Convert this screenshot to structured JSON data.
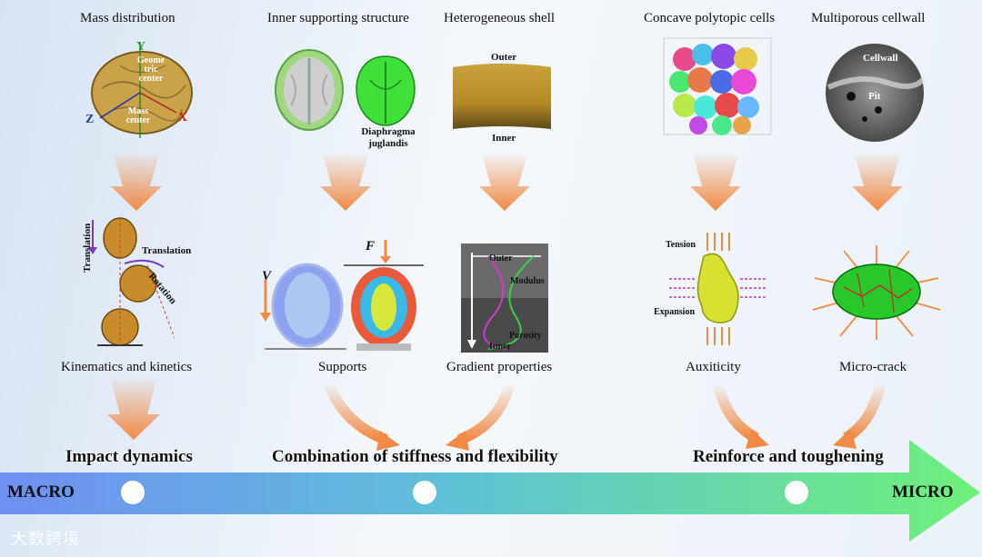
{
  "top_labels": {
    "mass_distribution": "Mass distribution",
    "inner_supporting": "Inner supporting structure",
    "heterogeneous_shell": "Heterogeneous shell",
    "concave_cells": "Concave polytopic cells",
    "multiporous_cellwall": "Multiporous  cellwall"
  },
  "image_labels": {
    "geometric_center": "Geome tric center",
    "mass_center": "Mass center",
    "axis_x": "X",
    "axis_y": "Y",
    "axis_z": "Z",
    "diaphragma": "Diaphragma juglandis",
    "outer_top": "Outer",
    "inner_top": "Inner",
    "cellwall": "Cellwall",
    "pit": "Pit",
    "translation_v": "Translation",
    "translation_h": "Translation",
    "rotation": "Rotation",
    "v_symbol": "V",
    "f_symbol": "F",
    "outer_grad": "Outer",
    "modulus": "Modulus",
    "porosity": "Porosity",
    "inner_grad": "Inner",
    "tension": "Tension",
    "expansion": "Expansion"
  },
  "middle_labels": {
    "kinematics": "Kinematics and kinetics",
    "supports": "Supports",
    "gradient": "Gradient properties",
    "auxiticity": "Auxiticity",
    "microcrack": "Micro-crack"
  },
  "outcomes": {
    "impact": "Impact dynamics",
    "combination": "Combination of stiffness and flexibility",
    "reinforce": "Reinforce and toughening"
  },
  "scale": {
    "macro": "MACRO",
    "micro": "MICRO"
  },
  "watermark": "大数跨境",
  "colors": {
    "arrow_orange": "#f08a45",
    "scale_start": "#6f8ff2",
    "scale_end": "#6ff07a"
  }
}
